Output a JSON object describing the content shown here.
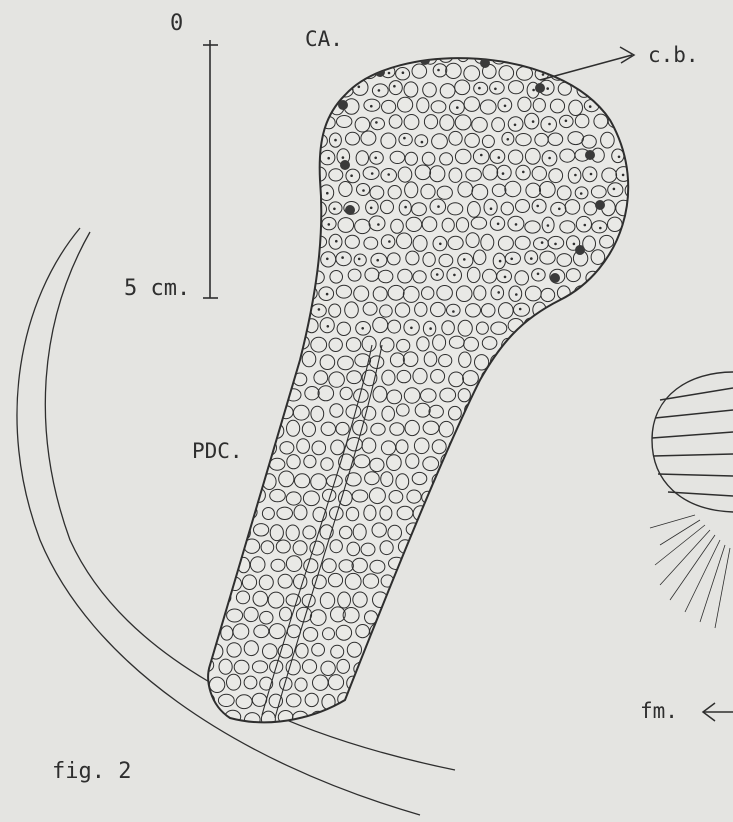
{
  "figure": {
    "scale_bar": {
      "top_label": "0",
      "bottom_label": "5 cm."
    },
    "labels": {
      "ca": "CA.",
      "cb": "c.b.",
      "pdc": "PDC.",
      "fm": "fm.",
      "caption": "fig. 2"
    }
  },
  "colors": {
    "paper": "#e4e4e1",
    "ink": "#2e2e2e",
    "dark_cell": "#3a3a3a"
  }
}
